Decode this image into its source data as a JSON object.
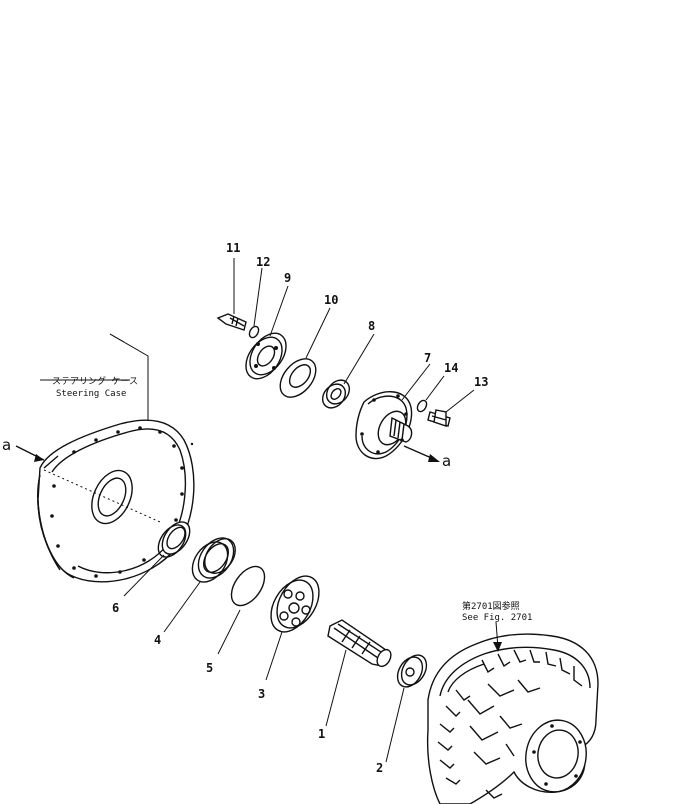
{
  "callouts": {
    "n1": "1",
    "n2": "2",
    "n3": "3",
    "n4": "4",
    "n5": "5",
    "n6": "6",
    "n7": "7",
    "n8": "8",
    "n9": "9",
    "n10": "10",
    "n11": "11",
    "n12": "12",
    "n13": "13",
    "n14": "14"
  },
  "steering_case": {
    "note_jp": "ステアリング ケース",
    "note_en": "Steering Case"
  },
  "housing_ref": {
    "note_jp": "第2701図参照",
    "note_en": "See Fig. 2701"
  },
  "arrow_marks": {
    "left": "a",
    "right": "a"
  }
}
